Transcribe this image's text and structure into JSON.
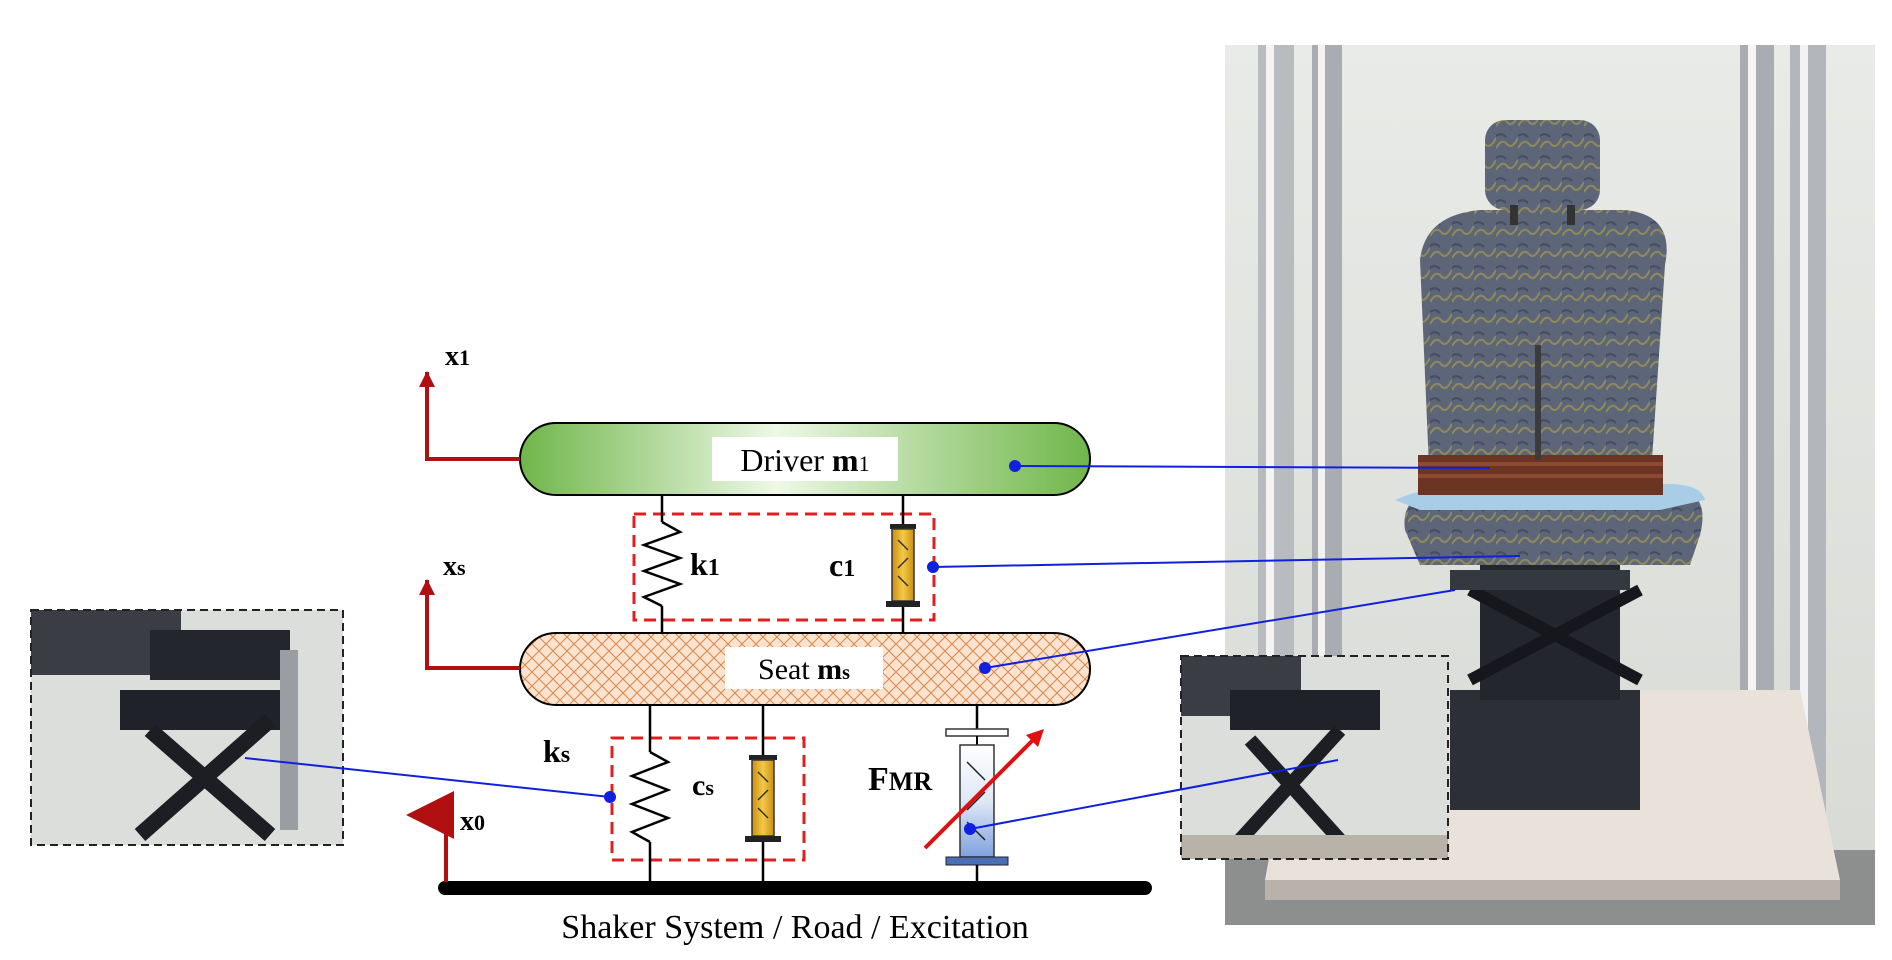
{
  "labels": {
    "x1": {
      "main": "x",
      "sub": "1"
    },
    "xs": {
      "main": "x",
      "sub": "s"
    },
    "x0": {
      "main": "x",
      "sub": "0"
    },
    "driver": {
      "text": "Driver ",
      "sym": "m",
      "sub": "1"
    },
    "seat": {
      "text": "Seat ",
      "sym": "m",
      "sub": "s"
    },
    "k1": {
      "main": "k",
      "sub": "1"
    },
    "c1": {
      "main": "c",
      "sub": "1"
    },
    "ks": {
      "main": "k",
      "sub": "s"
    },
    "cs": {
      "main": "c",
      "sub": "s"
    },
    "fmr": {
      "main": "F",
      "sub": "MR"
    },
    "ground": "Shaker System / Road / Excitation"
  },
  "colors": {
    "axis_arrow": "#b01010",
    "leader_line": "#1020e0",
    "dashed_box": "#e02020",
    "driver_fill": "#86c463",
    "seat_fill": "#f6d2b4",
    "damper_fill": "#e0a820",
    "mr_damper_fill": "#9bb8e6"
  },
  "icons": {
    "photo_main": "seat-test-rig-photo",
    "photo_inset": "scissor-mechanism-photo"
  }
}
